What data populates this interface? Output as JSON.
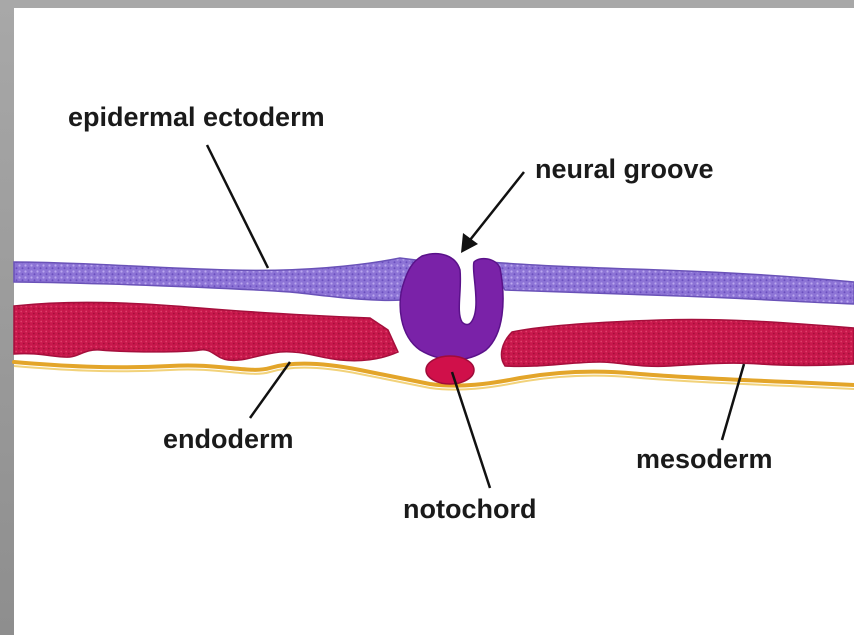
{
  "labels": {
    "epidermal_ectoderm": "epidermal ectoderm",
    "neural_groove": "neural groove",
    "endoderm": "endoderm",
    "notochord": "notochord",
    "mesoderm": "mesoderm"
  },
  "colors": {
    "ectoderm": "#8a6fd0",
    "neural_plate": "#7a22a8",
    "mesoderm": "#c4154a",
    "notochord": "#d0104a",
    "endoderm": "#e0a020",
    "label_text": "#1a1a1a"
  }
}
